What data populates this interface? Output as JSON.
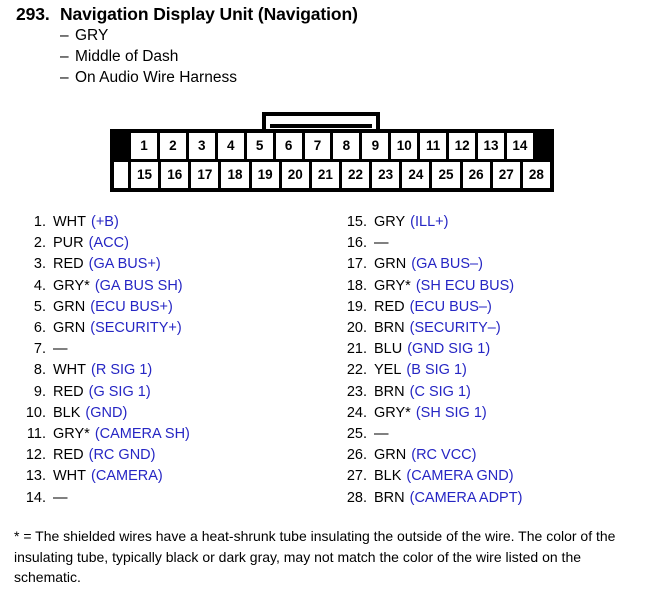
{
  "header": {
    "number": "293.",
    "title": "Navigation Display Unit (Navigation)",
    "dash": "–",
    "sub_lines": [
      "GRY",
      "Middle of Dash",
      "On Audio Wire Harness"
    ]
  },
  "connector": {
    "top_row": [
      "1",
      "2",
      "3",
      "4",
      "5",
      "6",
      "7",
      "8",
      "9",
      "10",
      "11",
      "12",
      "13",
      "14"
    ],
    "bottom_row": [
      "15",
      "16",
      "17",
      "18",
      "19",
      "20",
      "21",
      "22",
      "23",
      "24",
      "25",
      "26",
      "27",
      "28"
    ]
  },
  "pins_left": [
    {
      "index": "1.",
      "color": "WHT",
      "signal": "(+B)"
    },
    {
      "index": "2.",
      "color": "PUR",
      "signal": "(ACC)"
    },
    {
      "index": "3.",
      "color": "RED",
      "signal": "(GA BUS+)"
    },
    {
      "index": "4.",
      "color": "GRY*",
      "signal": "(GA BUS SH)"
    },
    {
      "index": "5.",
      "color": "GRN",
      "signal": "(ECU BUS+)"
    },
    {
      "index": "6.",
      "color": "GRN",
      "signal": "(SECURITY+)"
    },
    {
      "index": "7.",
      "color": "—",
      "signal": ""
    },
    {
      "index": "8.",
      "color": "WHT",
      "signal": "(R SIG 1)"
    },
    {
      "index": "9.",
      "color": "RED",
      "signal": "(G SIG 1)"
    },
    {
      "index": "10.",
      "color": "BLK",
      "signal": "(GND)"
    },
    {
      "index": "11.",
      "color": "GRY*",
      "signal": "(CAMERA SH)"
    },
    {
      "index": "12.",
      "color": "RED",
      "signal": "(RC GND)"
    },
    {
      "index": "13.",
      "color": "WHT",
      "signal": "(CAMERA)"
    },
    {
      "index": "14.",
      "color": "—",
      "signal": ""
    }
  ],
  "pins_right": [
    {
      "index": "15.",
      "color": "GRY",
      "signal": "(ILL+)"
    },
    {
      "index": "16.",
      "color": "—",
      "signal": ""
    },
    {
      "index": "17.",
      "color": "GRN",
      "signal": "(GA BUS–)"
    },
    {
      "index": "18.",
      "color": "GRY*",
      "signal": "(SH ECU BUS)"
    },
    {
      "index": "19.",
      "color": "RED",
      "signal": "(ECU BUS–)"
    },
    {
      "index": "20.",
      "color": "BRN",
      "signal": "(SECURITY–)"
    },
    {
      "index": "21.",
      "color": "BLU",
      "signal": "(GND SIG 1)"
    },
    {
      "index": "22.",
      "color": "YEL",
      "signal": "(B SIG 1)"
    },
    {
      "index": "23.",
      "color": "BRN",
      "signal": "(C SIG 1)"
    },
    {
      "index": "24.",
      "color": "GRY*",
      "signal": "(SH SIG 1)"
    },
    {
      "index": "25.",
      "color": "—",
      "signal": ""
    },
    {
      "index": "26.",
      "color": "GRN",
      "signal": "(RC VCC)"
    },
    {
      "index": "27.",
      "color": "BLK",
      "signal": "(CAMERA GND)"
    },
    {
      "index": "28.",
      "color": "BRN",
      "signal": "(CAMERA ADPT)"
    }
  ],
  "footnote": "* = The shielded wires have a heat-shrunk tube insulating the outside of the wire. The color of the insulating tube, typically black or dark gray, may not match the color of the wire listed on the schematic.",
  "colors": {
    "signal_blue": "#2626c4",
    "text_black": "#000000",
    "background": "#ffffff"
  }
}
